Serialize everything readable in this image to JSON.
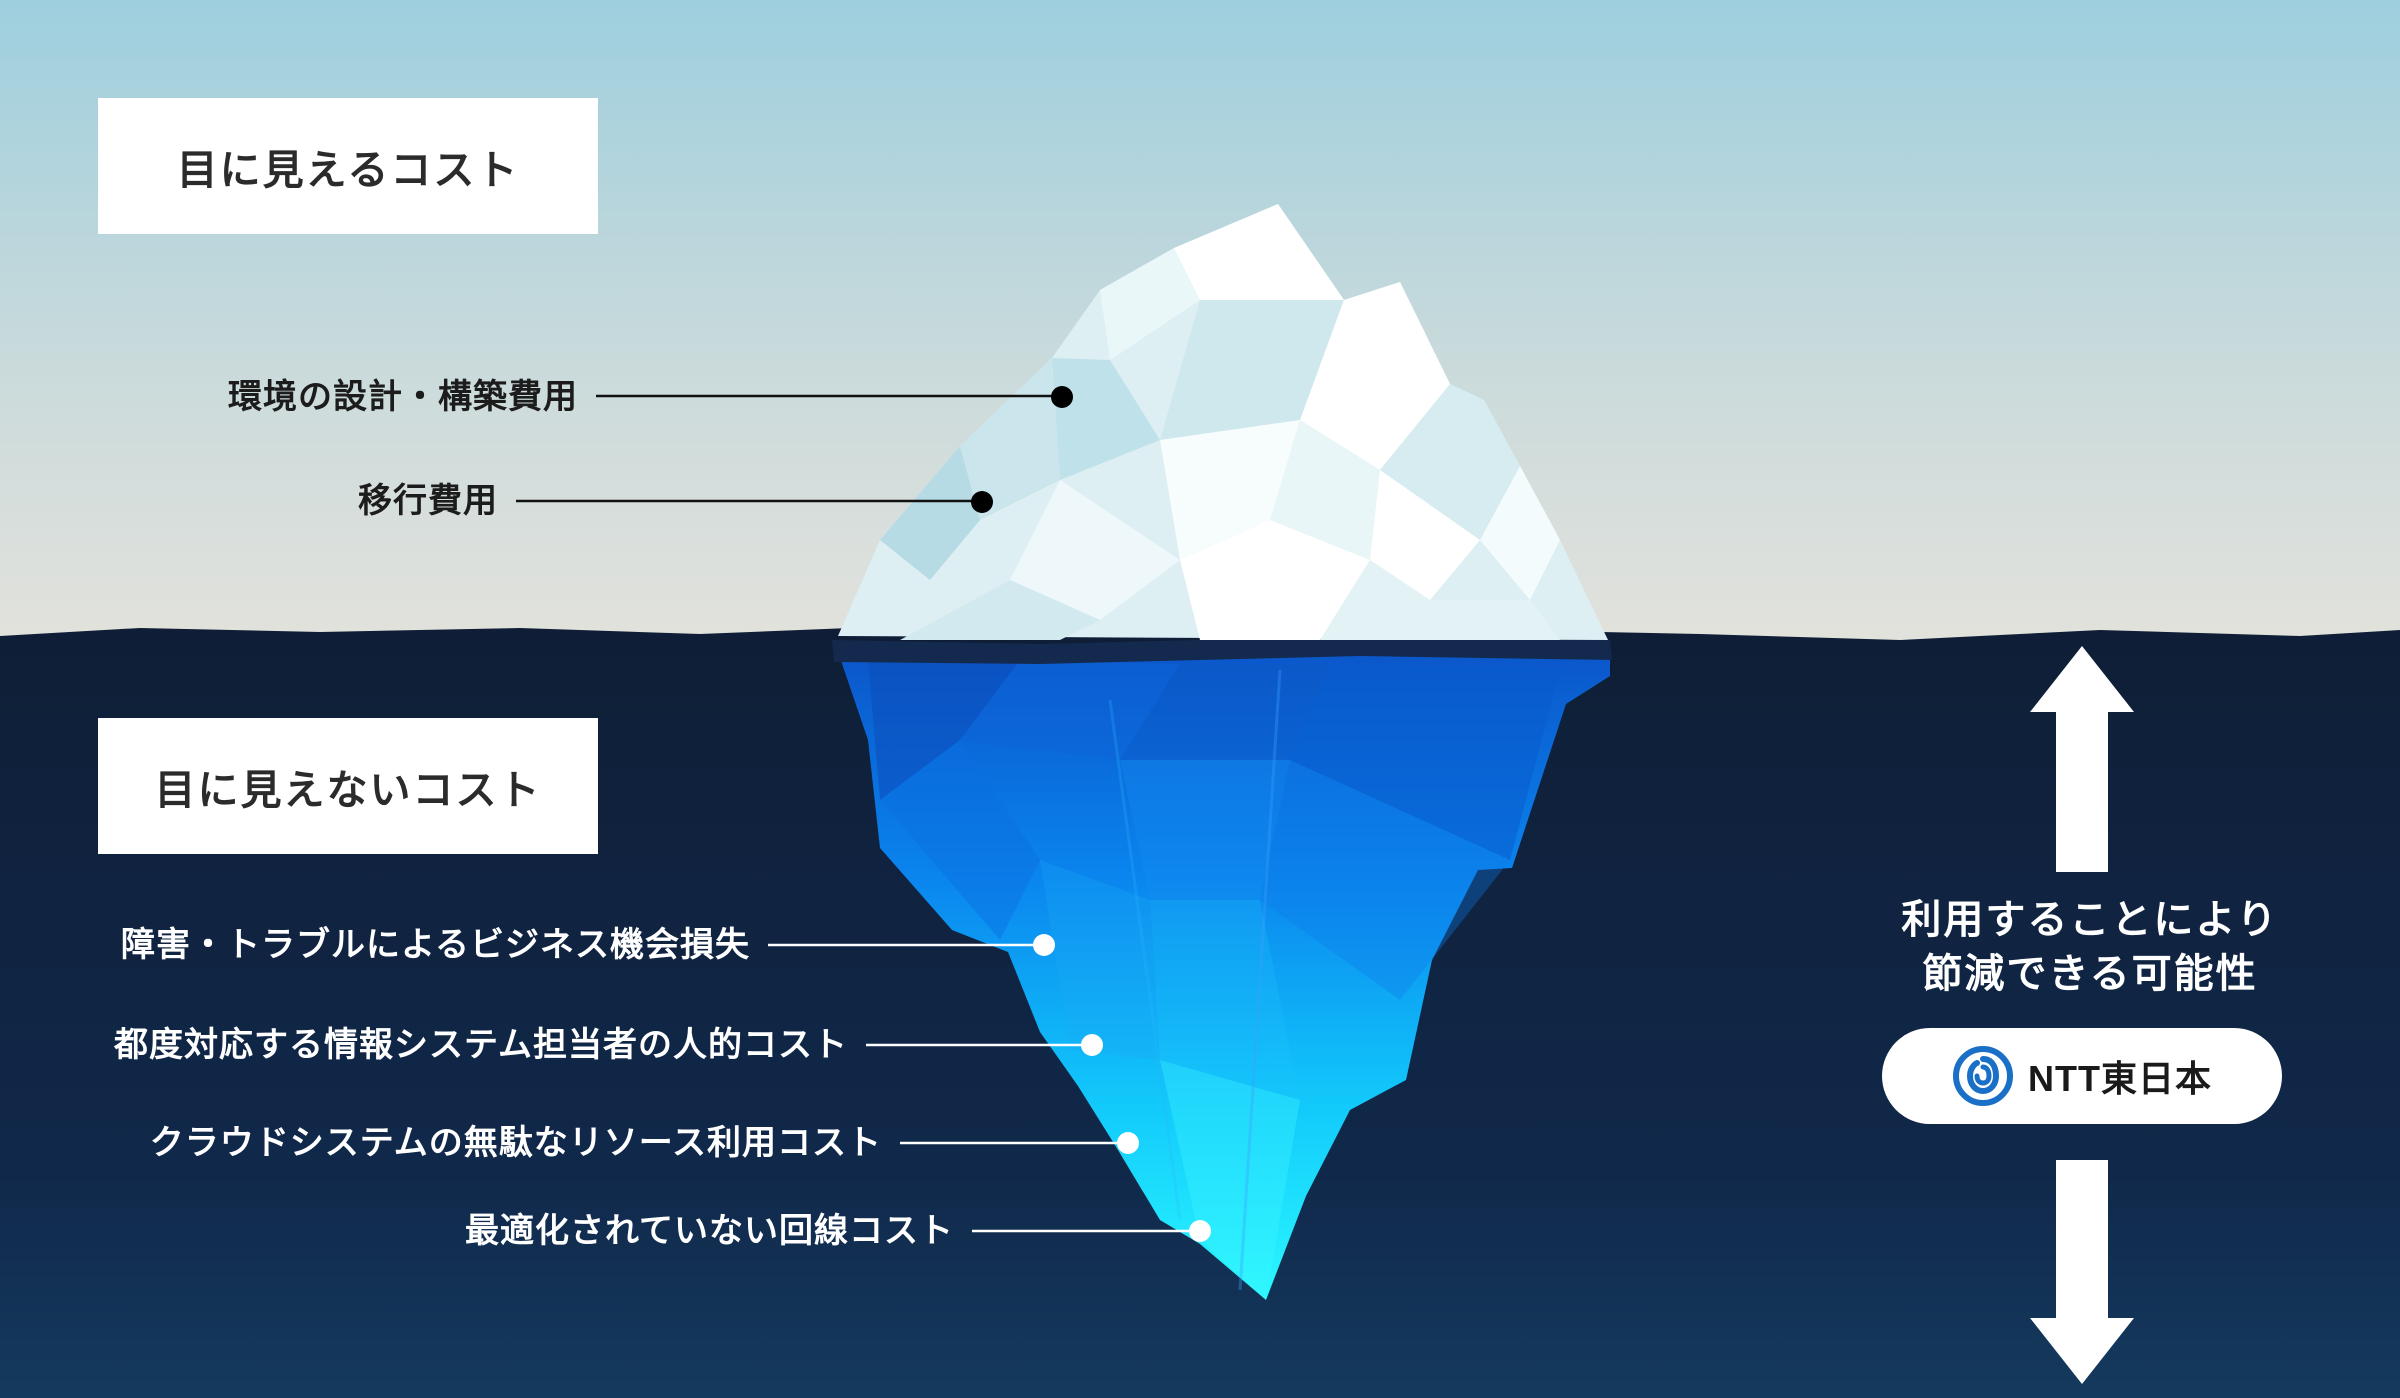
{
  "visible_section": {
    "heading": "目に見えるコスト",
    "items": [
      "環境の設計・構築費用",
      "移行費用"
    ]
  },
  "hidden_section": {
    "heading": "目に見えないコスト",
    "items": [
      "障害・トラブルによるビジネス機会損失",
      "都度対応する情報システム担当者の人的コスト",
      "クラウドシステムの無駄なリソース利用コスト",
      "最適化されていない回線コスト"
    ]
  },
  "savings": {
    "line1": "利用することにより",
    "line2": "節減できる可能性",
    "brand_name": "NTT東日本",
    "brand_logo": "ntt-swirl-logo"
  },
  "colors": {
    "sky_top": "#9fcfdf",
    "sky_bottom": "#e2e2dd",
    "sea": "#0f2039",
    "ice_blue": "#0a5fd0",
    "ice_cyan": "#22f4ff",
    "brand_blue": "#1a6fc6"
  },
  "icons": [
    "arrow-up-icon",
    "arrow-down-icon",
    "ntt-logo-icon",
    "bullet-dot-icon"
  ]
}
